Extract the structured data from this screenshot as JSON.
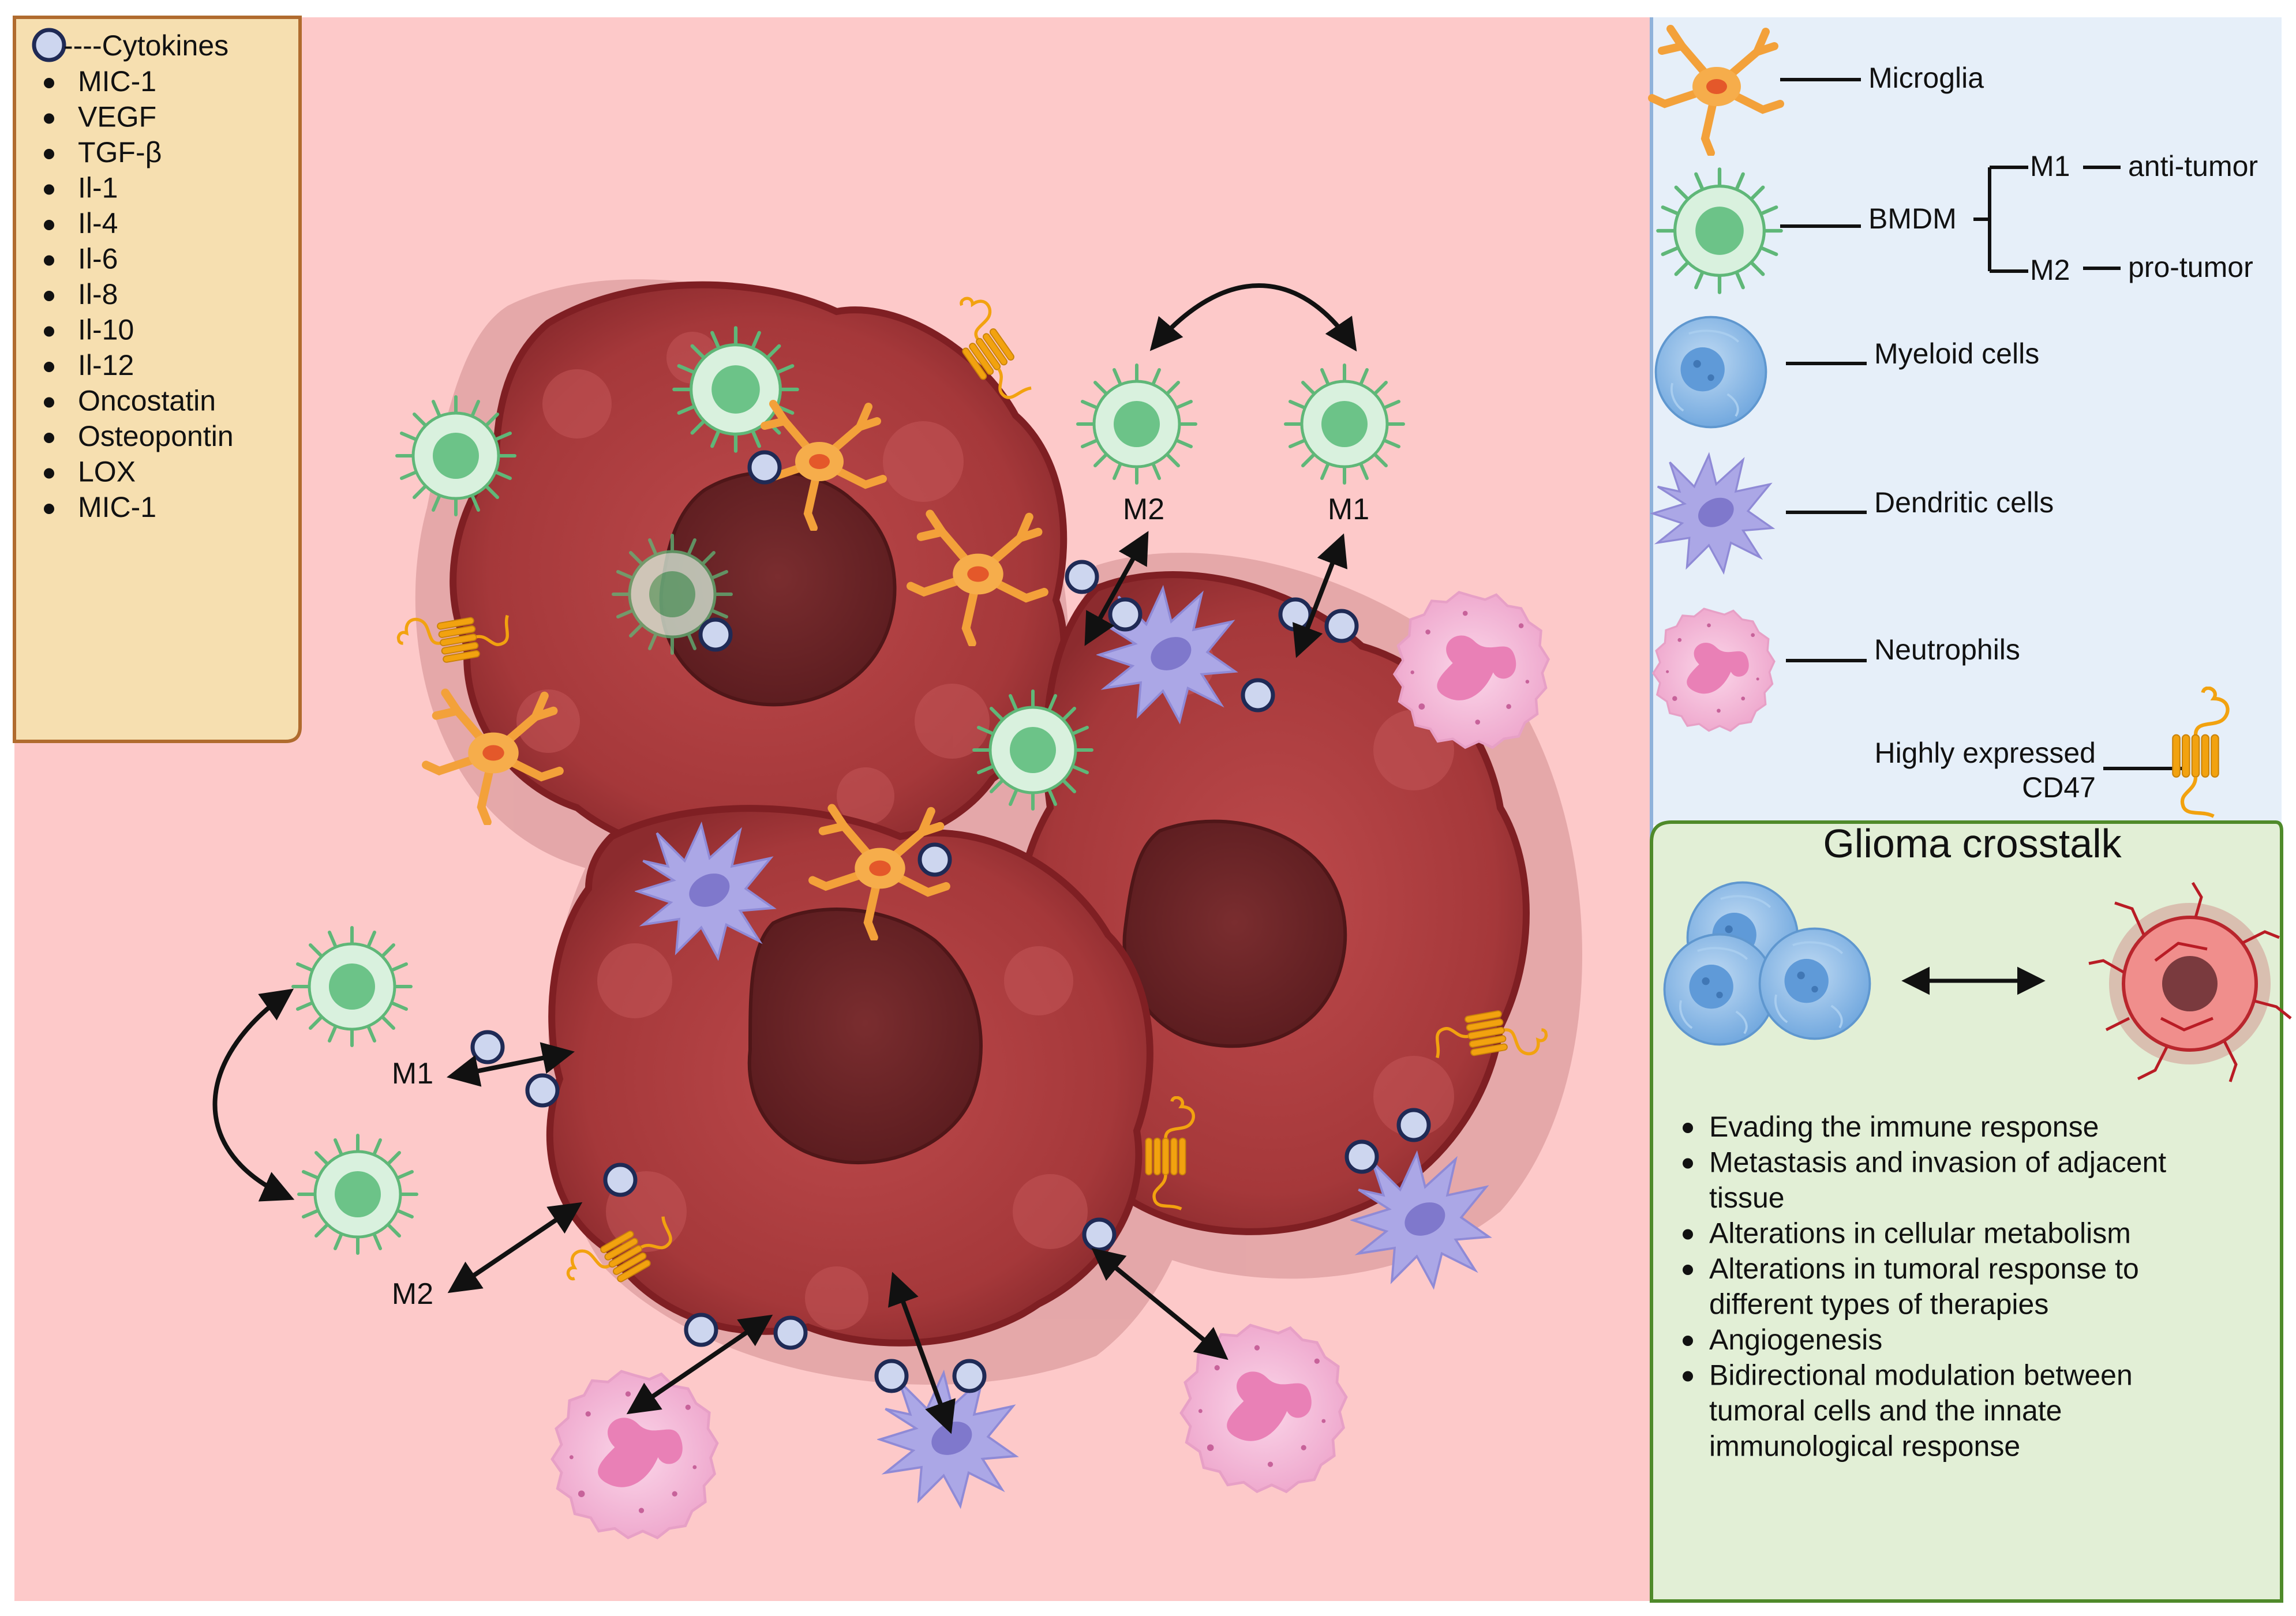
{
  "cytokine_panel": {
    "key_label": "----Cytokines",
    "items": [
      "MIC-1",
      "VEGF",
      "TGF-β",
      "Il-1",
      "Il-4",
      "Il-6",
      "Il-8",
      "Il-10",
      "Il-12",
      "Oncostatin",
      "Osteopontin",
      "LOX",
      "MIC-1"
    ]
  },
  "diagram_labels": {
    "m2_top": "M2",
    "m1_top": "M1",
    "m1_left": "M1",
    "m2_left": "M2"
  },
  "legend": {
    "microglia": "Microglia",
    "bmdm": "BMDM",
    "m1": "M1",
    "anti_tumor": "anti-tumor",
    "m2": "M2",
    "pro_tumor": "pro-tumor",
    "myeloid": "Myeloid cells",
    "dendritic": "Dendritic cells",
    "neutrophils": "Neutrophils",
    "cd47_line1": "Highly expressed",
    "cd47_line2": "CD47"
  },
  "crosstalk": {
    "title": "Glioma crosstalk",
    "bullets": [
      [
        "Evading the immune response"
      ],
      [
        "Metastasis and invasion of adjacent",
        "tissue"
      ],
      [
        "Alterations in cellular metabolism"
      ],
      [
        "Alterations in tumoral response to",
        "different types of therapies"
      ],
      [
        "Angiogenesis"
      ],
      [
        "Bidirectional modulation between",
        "tumoral cells and the innate",
        "immunological response"
      ]
    ]
  },
  "colors": {
    "background": "#fdc9c9",
    "cytokine_panel": "#f6dfb0",
    "legend_panel": "#e6eff9",
    "crosstalk_panel": "#e2efd6",
    "tumor": "#a83a3c",
    "tumor_nucleus": "#6e2628",
    "bmdm": "#8ed3a0",
    "microglia": "#f6a948",
    "dendritic": "#a9a6e6",
    "neutrophil": "#f5b3d6",
    "myeloid": "#8bbde9",
    "cd47": "#f2a20f",
    "cytokine": "#cfd8ee"
  }
}
